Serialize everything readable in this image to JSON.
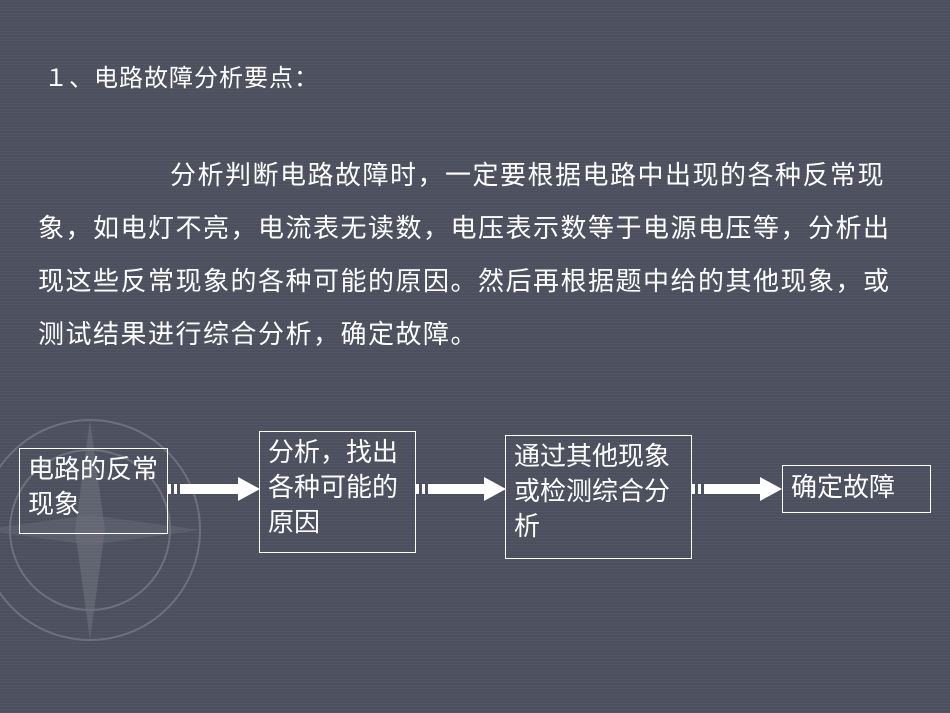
{
  "heading": "１、电路故障分析要点：",
  "paragraph": "分析判断电路故障时，一定要根据电路中出现的各种反常现象，如电灯不亮，电流表无读数，电压表示数等于电源电压等，分析出现这些反常现象的各种可能的原因。然后再根据题中给的其他现象，或测试结果进行综合分析，确定故障。",
  "flowchart": {
    "boxes": [
      {
        "label": "电路的反常现象"
      },
      {
        "label": "分析，找出各种可能的原因"
      },
      {
        "label": "通过其他现象或检测综合分析"
      },
      {
        "label": "确定故障"
      }
    ]
  },
  "colors": {
    "background": "#4c4f5e",
    "text": "#ffffff"
  }
}
